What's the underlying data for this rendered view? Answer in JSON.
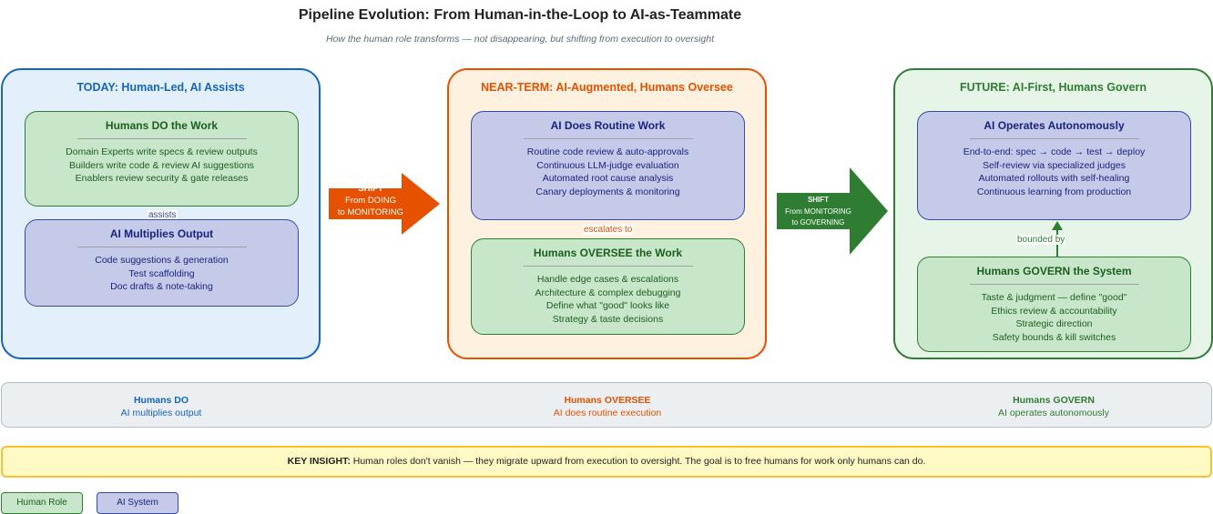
{
  "header": {
    "title": "Pipeline Evolution: From Human-in-the-Loop to AI-as-Teammate",
    "subtitle": "How the human role transforms — not disappearing, but shifting from execution to oversight"
  },
  "colors": {
    "today": "#1565c0",
    "near_term": "#e65100",
    "future": "#2e7d32",
    "human_fill": "#c8e6c9",
    "ai_fill": "#c5cae9",
    "insight_fill": "#fff9c4",
    "insight_border": "#fbc02d"
  },
  "stages": [
    {
      "title": "TODAY: Human-Led, AI Assists",
      "cards": [
        {
          "kind": "human",
          "title": "Humans DO the Work",
          "lines": [
            "Domain Experts write specs & review outputs",
            "Builders write code & review AI suggestions",
            "Enablers review security & gate releases"
          ]
        },
        {
          "kind": "ai",
          "title": "AI Multiplies Output",
          "lines": [
            "Code suggestions & generation",
            "Test scaffolding",
            "Doc drafts & note-taking"
          ]
        }
      ],
      "connector": "assists"
    },
    {
      "title": "NEAR-TERM: AI-Augmented, Humans Oversee",
      "cards": [
        {
          "kind": "ai",
          "title": "AI Does Routine Work",
          "lines": [
            "Routine code review & auto-approvals",
            "Continuous LLM-judge evaluation",
            "Automated root cause analysis",
            "Canary deployments & monitoring"
          ]
        },
        {
          "kind": "human",
          "title": "Humans OVERSEE the Work",
          "lines": [
            "Handle edge cases & escalations",
            "Architecture & complex debugging",
            "Define what \"good\" looks like",
            "Strategy & taste decisions"
          ]
        }
      ],
      "connector": "escalates to"
    },
    {
      "title": "FUTURE: AI-First, Humans Govern",
      "cards": [
        {
          "kind": "ai",
          "title": "AI Operates Autonomously",
          "lines": [
            "End-to-end: spec → code → test → deploy",
            "Self-review via specialized judges",
            "Automated rollouts with self-healing",
            "Continuous learning from production"
          ]
        },
        {
          "kind": "human",
          "title": "Humans GOVERN the System",
          "lines": [
            "Taste & judgment — define \"good\"",
            "Ethics review & accountability",
            "Strategic direction",
            "Safety bounds & kill switches"
          ]
        }
      ],
      "connector": "bounded by"
    }
  ],
  "shifts": [
    {
      "label": "SHIFT",
      "from": "From DOING",
      "to": "to MONITORING"
    },
    {
      "label": "SHIFT",
      "from": "From MONITORING",
      "to": "to GOVERNING"
    }
  ],
  "summary": [
    {
      "head": "Humans DO",
      "sub": "AI multiplies output"
    },
    {
      "head": "Humans OVERSEE",
      "sub": "AI does routine execution"
    },
    {
      "head": "Humans GOVERN",
      "sub": "AI operates autonomously"
    }
  ],
  "insight": {
    "label": "KEY INSIGHT:",
    "text": " Human roles don't vanish — they migrate upward from execution to oversight. The goal is to free humans for work only humans can do."
  },
  "legend": [
    {
      "label": "Human Role"
    },
    {
      "label": "AI System"
    }
  ]
}
